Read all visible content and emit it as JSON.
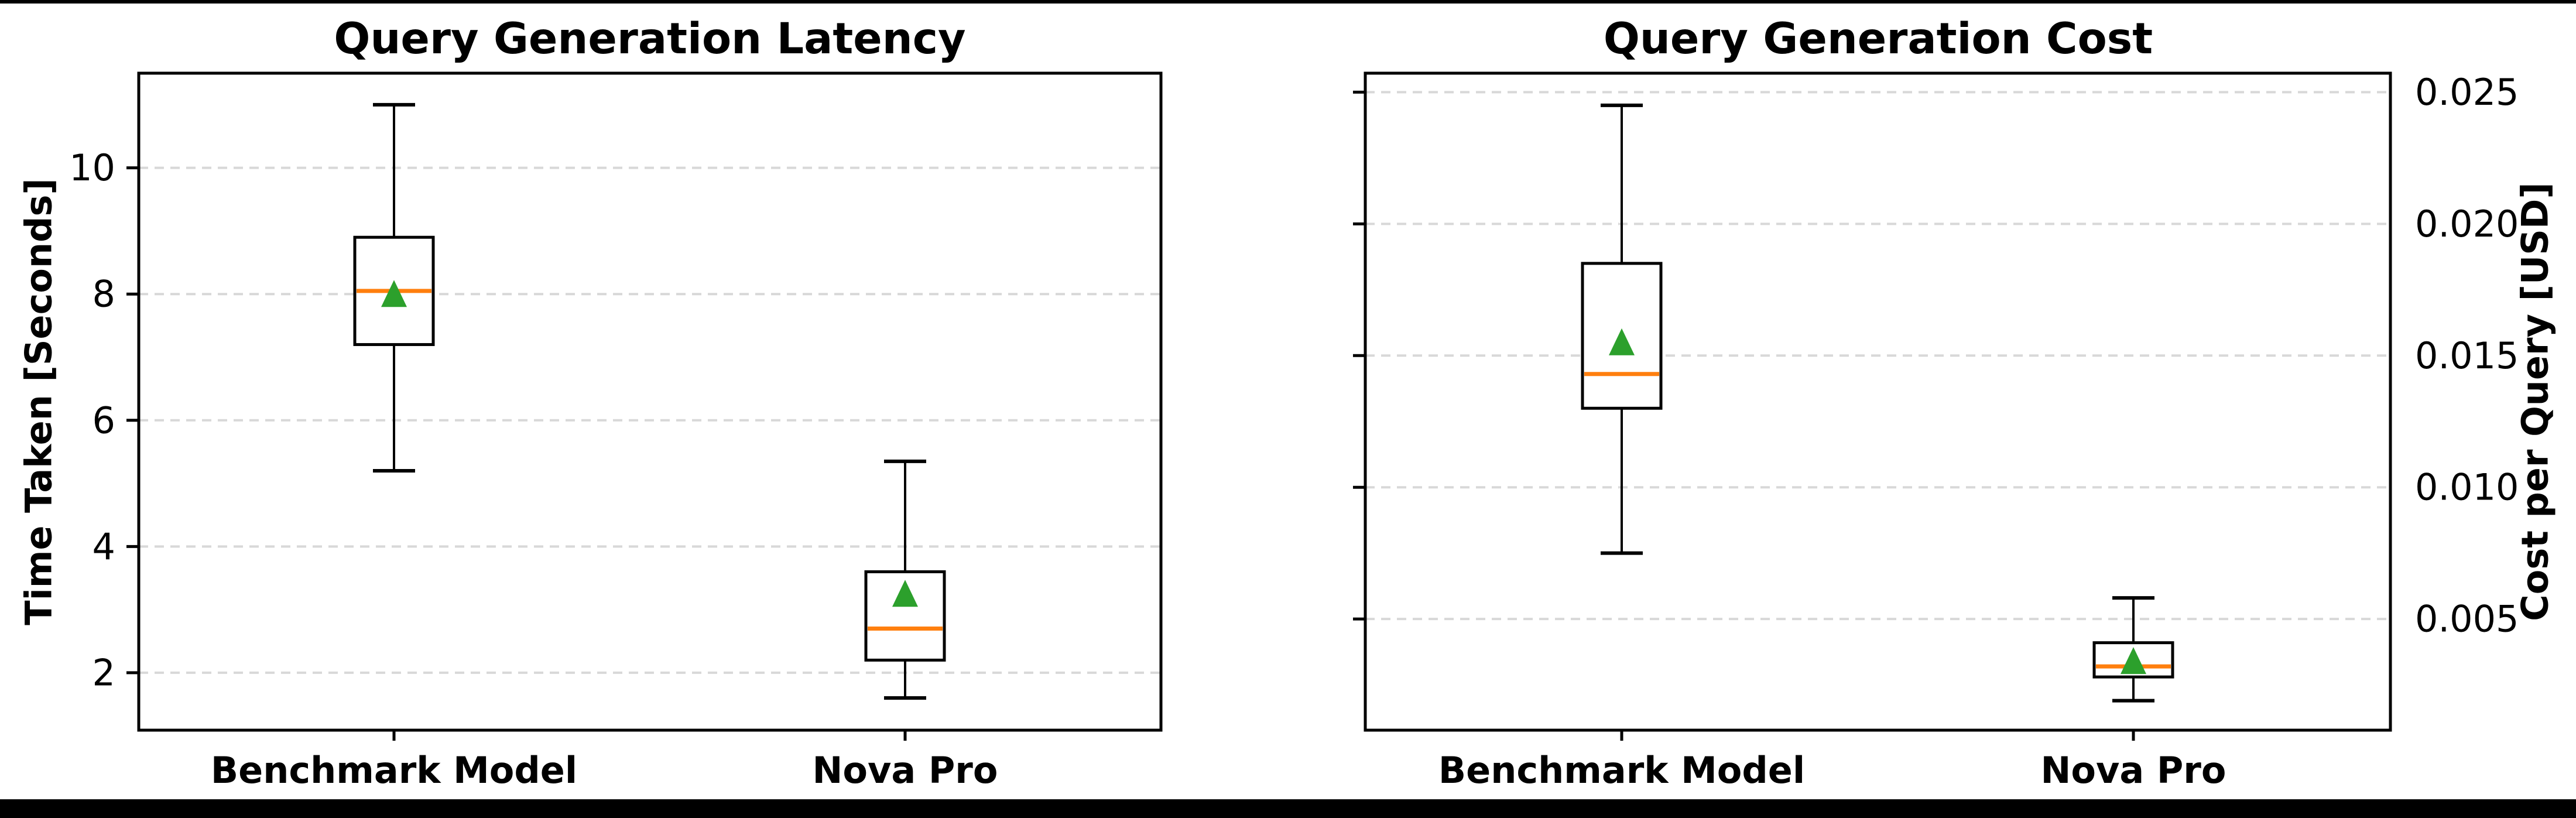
{
  "style": {
    "background_color": "#ffffff",
    "edge_bar_color": "#000000",
    "box_edge_color": "#000000",
    "box_fill_color": "#ffffff",
    "median_color": "#ff7f0e",
    "mean_marker_color": "#2ca02c",
    "grid_color": "#d8d8d8",
    "text_color": "#000000"
  },
  "chart_data": [
    {
      "type": "box",
      "title": "Query Generation Latency",
      "ylabel": "Time Taken [Seconds]",
      "ylabel_side": "left",
      "ytick_side": "left",
      "grid": {
        "axis": "y",
        "style": "dashed",
        "on": true
      },
      "legend": "none",
      "ylim": [
        1.09,
        11.5
      ],
      "yticks": [
        2,
        4,
        6,
        8,
        10
      ],
      "ytick_labels": [
        "2",
        "4",
        "6",
        "8",
        "10"
      ],
      "categories": [
        "Benchmark Model",
        "Nova Pro"
      ],
      "series": [
        {
          "name": "Benchmark Model",
          "whisker_low": 5.2,
          "q1": 7.2,
          "median": 8.05,
          "mean": 8.0,
          "q3": 8.9,
          "whisker_high": 11.0
        },
        {
          "name": "Nova Pro",
          "whisker_low": 1.6,
          "q1": 2.2,
          "median": 2.7,
          "mean": 3.25,
          "q3": 3.6,
          "whisker_high": 5.35
        }
      ]
    },
    {
      "type": "box",
      "title": "Query Generation Cost",
      "ylabel": "Cost per Query [USD]",
      "ylabel_side": "right",
      "ytick_side": "right",
      "grid": {
        "axis": "y",
        "style": "dashed",
        "on": true
      },
      "legend": "none",
      "ylim": [
        0.00078,
        0.02572
      ],
      "yticks": [
        0.005,
        0.01,
        0.015,
        0.02,
        0.025
      ],
      "ytick_labels": [
        "0.005",
        "0.010",
        "0.015",
        "0.020",
        "0.025"
      ],
      "categories": [
        "Benchmark Model",
        "Nova Pro"
      ],
      "series": [
        {
          "name": "Benchmark Model",
          "whisker_low": 0.0075,
          "q1": 0.013,
          "median": 0.0143,
          "mean": 0.0155,
          "q3": 0.0185,
          "whisker_high": 0.0245
        },
        {
          "name": "Nova Pro",
          "whisker_low": 0.0019,
          "q1": 0.0028,
          "median": 0.0032,
          "mean": 0.0034,
          "q3": 0.0041,
          "whisker_high": 0.0058
        }
      ]
    }
  ]
}
